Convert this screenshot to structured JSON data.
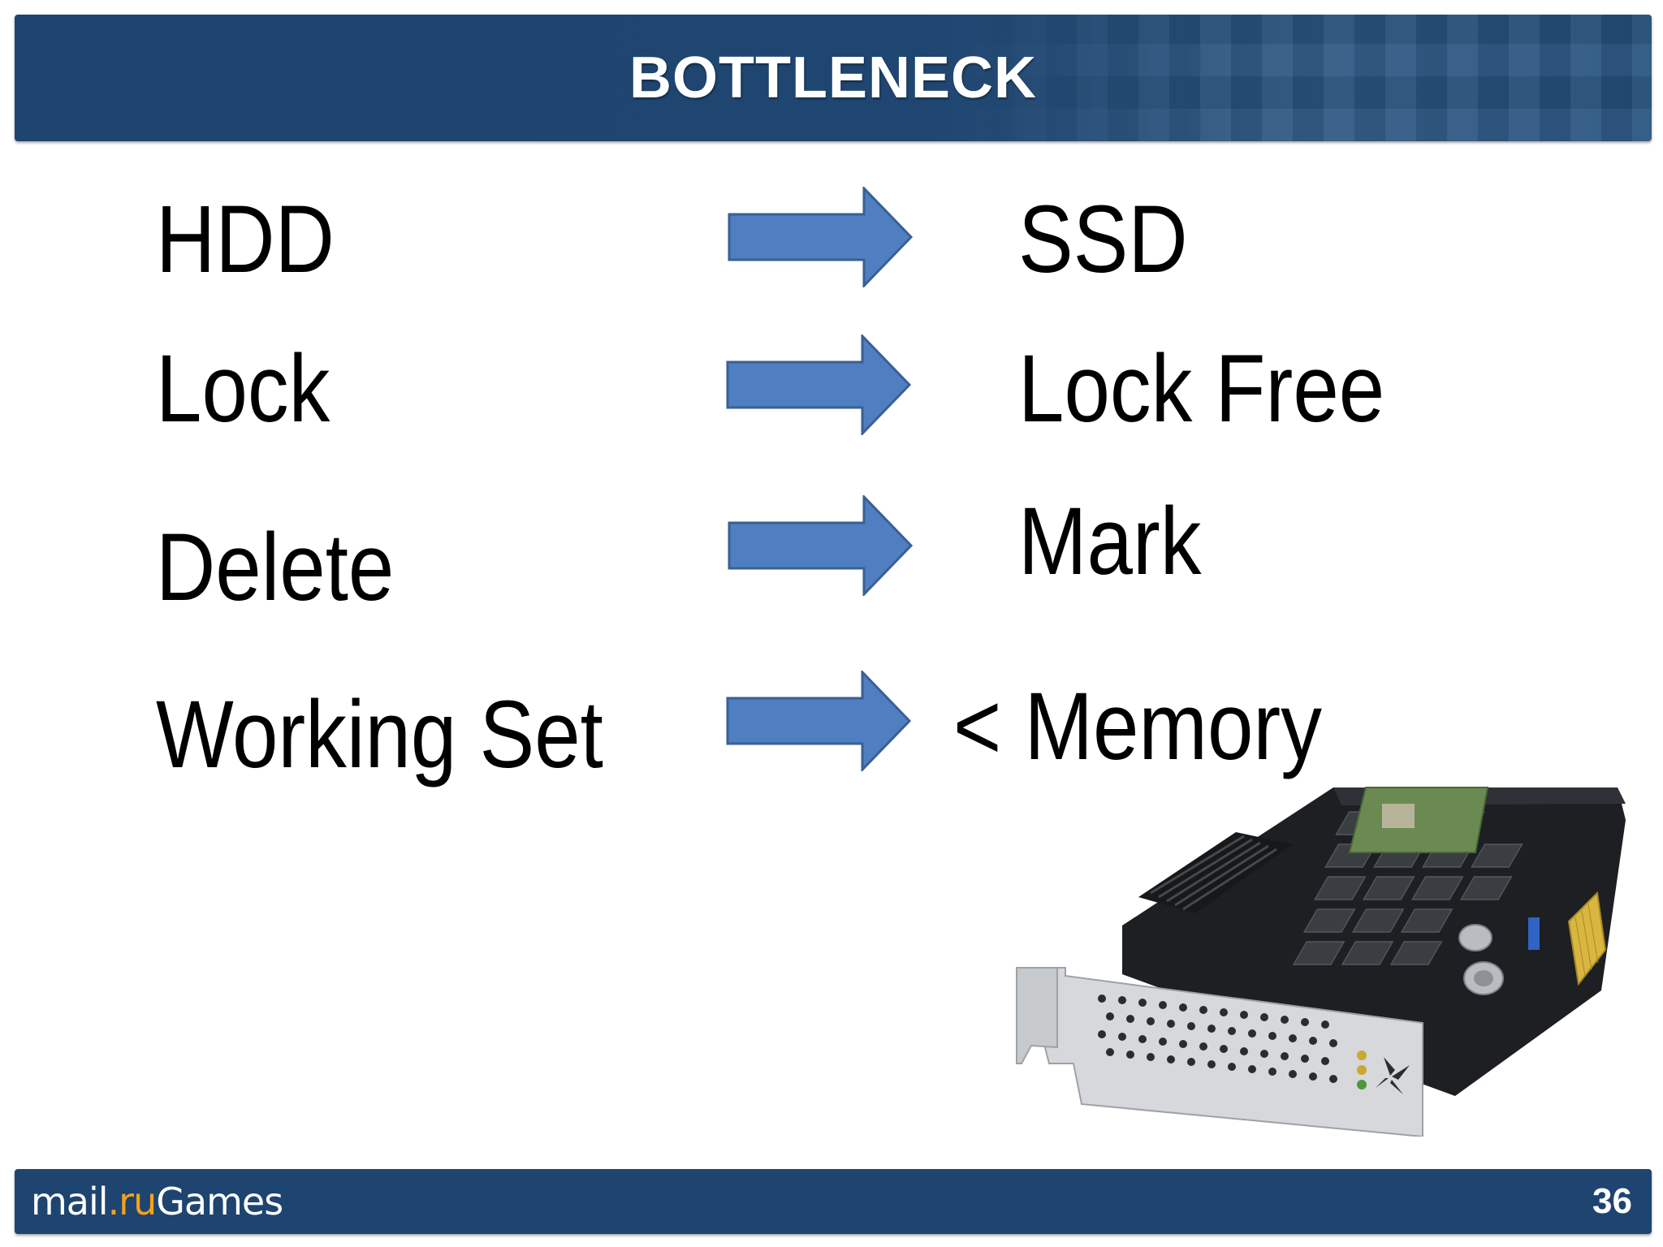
{
  "slide": {
    "title": "BOTTLENECK",
    "page_number": "36"
  },
  "rows": [
    {
      "from": "HDD",
      "to": "SSD"
    },
    {
      "from": "Lock",
      "to": "Lock Free"
    },
    {
      "from": "Delete",
      "to": "Mark"
    },
    {
      "from": "Working Set",
      "to": "< Memory"
    }
  ],
  "footer": {
    "logo_part1": "mail",
    "logo_part2": ".ru",
    "logo_part3": " Games"
  },
  "colors": {
    "bar": "#1e4470",
    "arrow_fill": "#4f7fc1",
    "arrow_stroke": "#3a5f93",
    "logo_accent": "#f3a21b"
  },
  "icons": {
    "arrow": "right-arrow-icon",
    "image": "ssd-pcie-card-image"
  }
}
